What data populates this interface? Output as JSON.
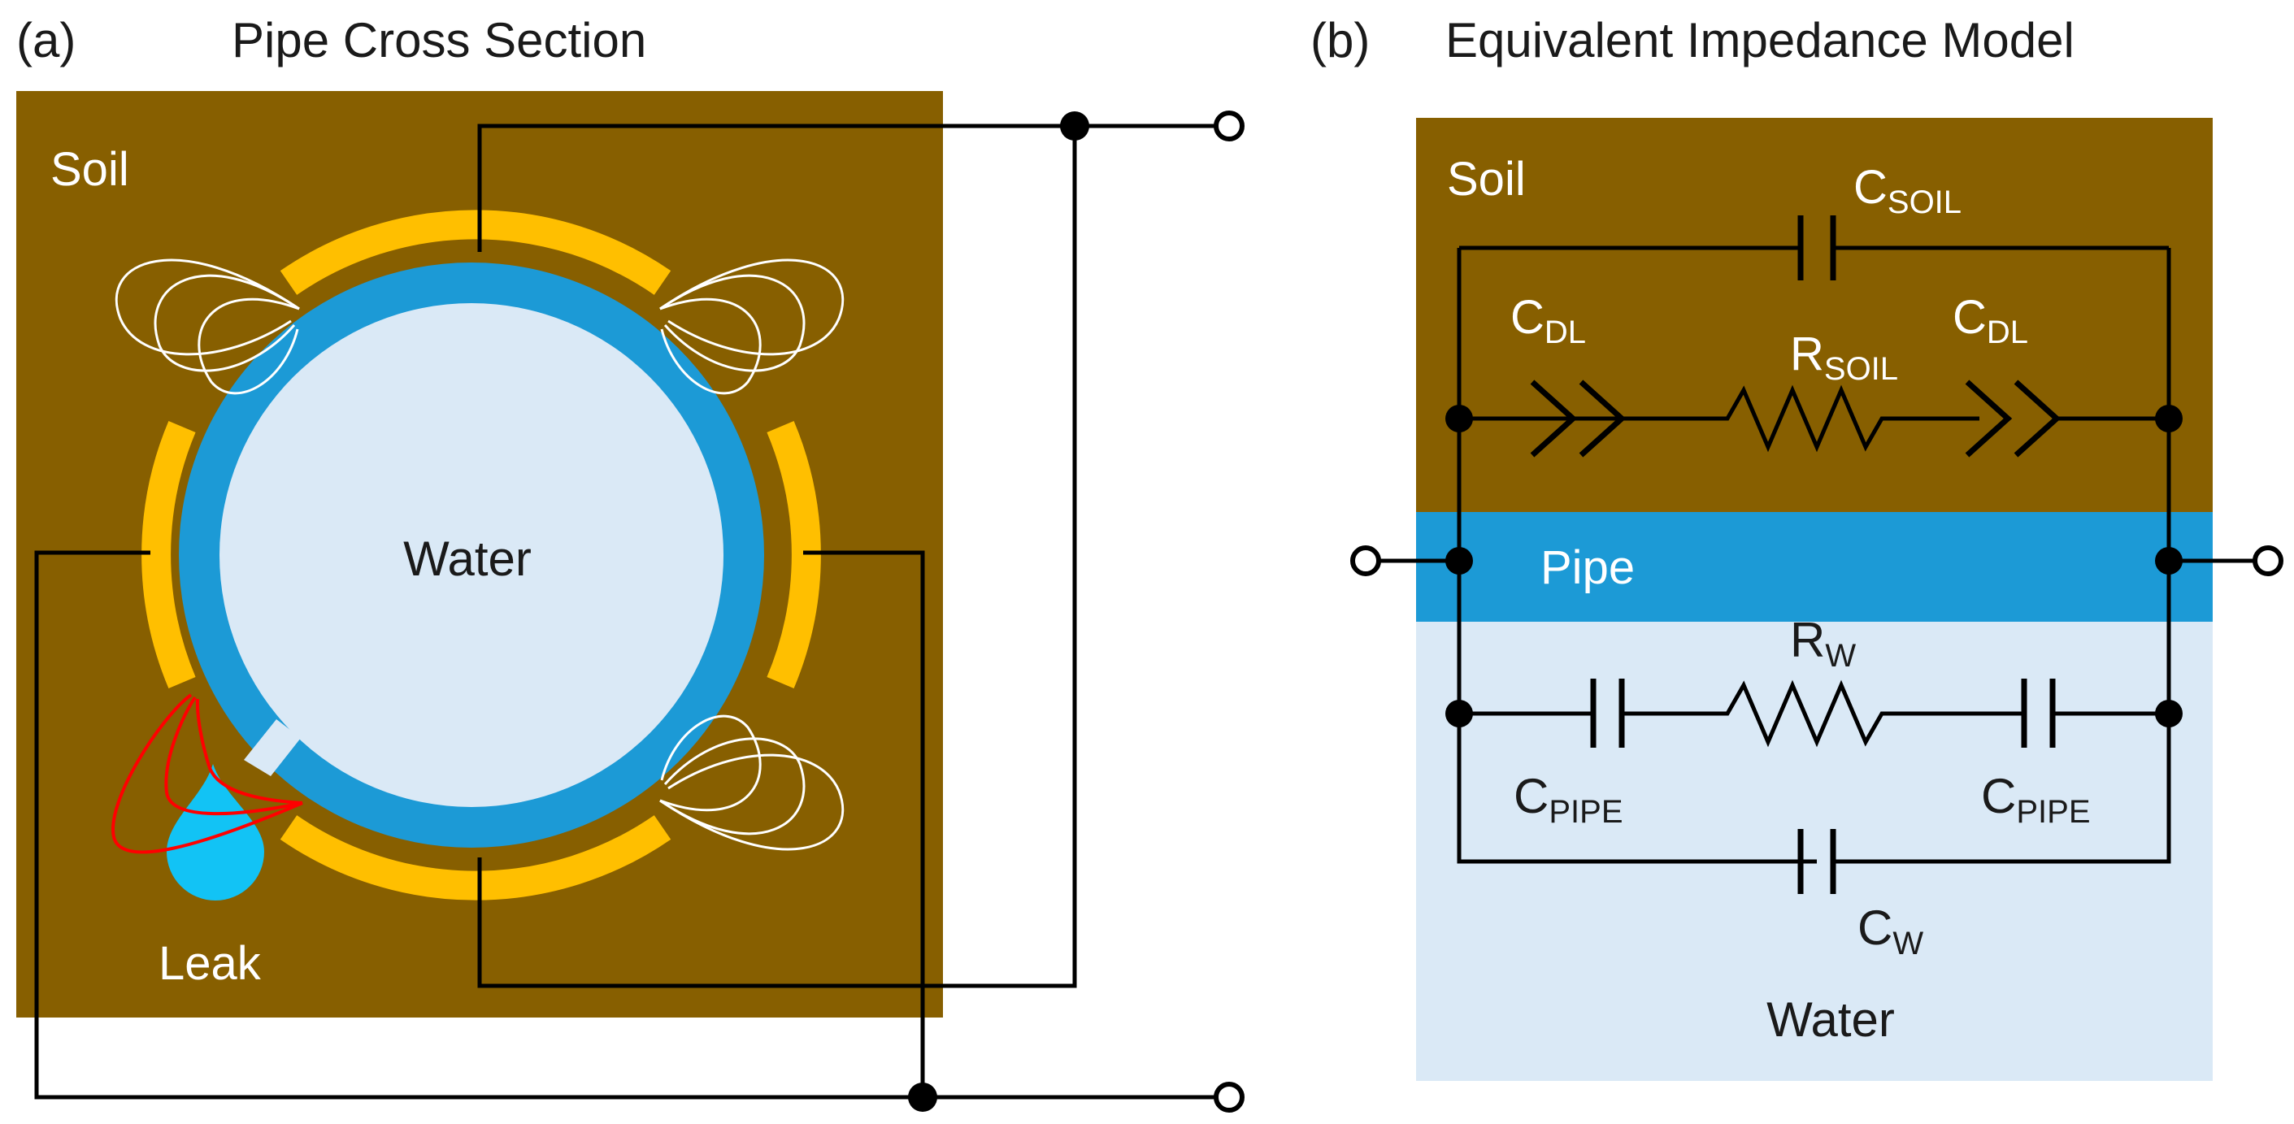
{
  "panel_a": {
    "letter": "(a)",
    "title": "Pipe Cross Section",
    "soil_label": "Soil",
    "water_label": "Water",
    "leak_label": "Leak"
  },
  "panel_b": {
    "letter": "(b)",
    "title": "Equivalent Impedance Model",
    "soil_label": "Soil",
    "pipe_label": "Pipe",
    "water_label": "Water",
    "components": {
      "c_soil": {
        "main": "C",
        "sub": "SOIL"
      },
      "c_dl_left": {
        "main": "C",
        "sub": "DL"
      },
      "c_dl_right": {
        "main": "C",
        "sub": "DL"
      },
      "r_soil": {
        "main": "R",
        "sub": "SOIL"
      },
      "r_w": {
        "main": "R",
        "sub": "W"
      },
      "c_pipe_left": {
        "main": "C",
        "sub": "PIPE"
      },
      "c_pipe_right": {
        "main": "C",
        "sub": "PIPE"
      },
      "c_w": {
        "main": "C",
        "sub": "W"
      }
    }
  },
  "colors": {
    "soil": "#875f00",
    "electrode": "#ffbf00",
    "pipe": "#1c9ad6",
    "water": "#dae9f6",
    "leak_drop": "#12c3f5",
    "leak_field": "#ff0000",
    "field_lines": "#ffffff",
    "wire": "#000000"
  }
}
